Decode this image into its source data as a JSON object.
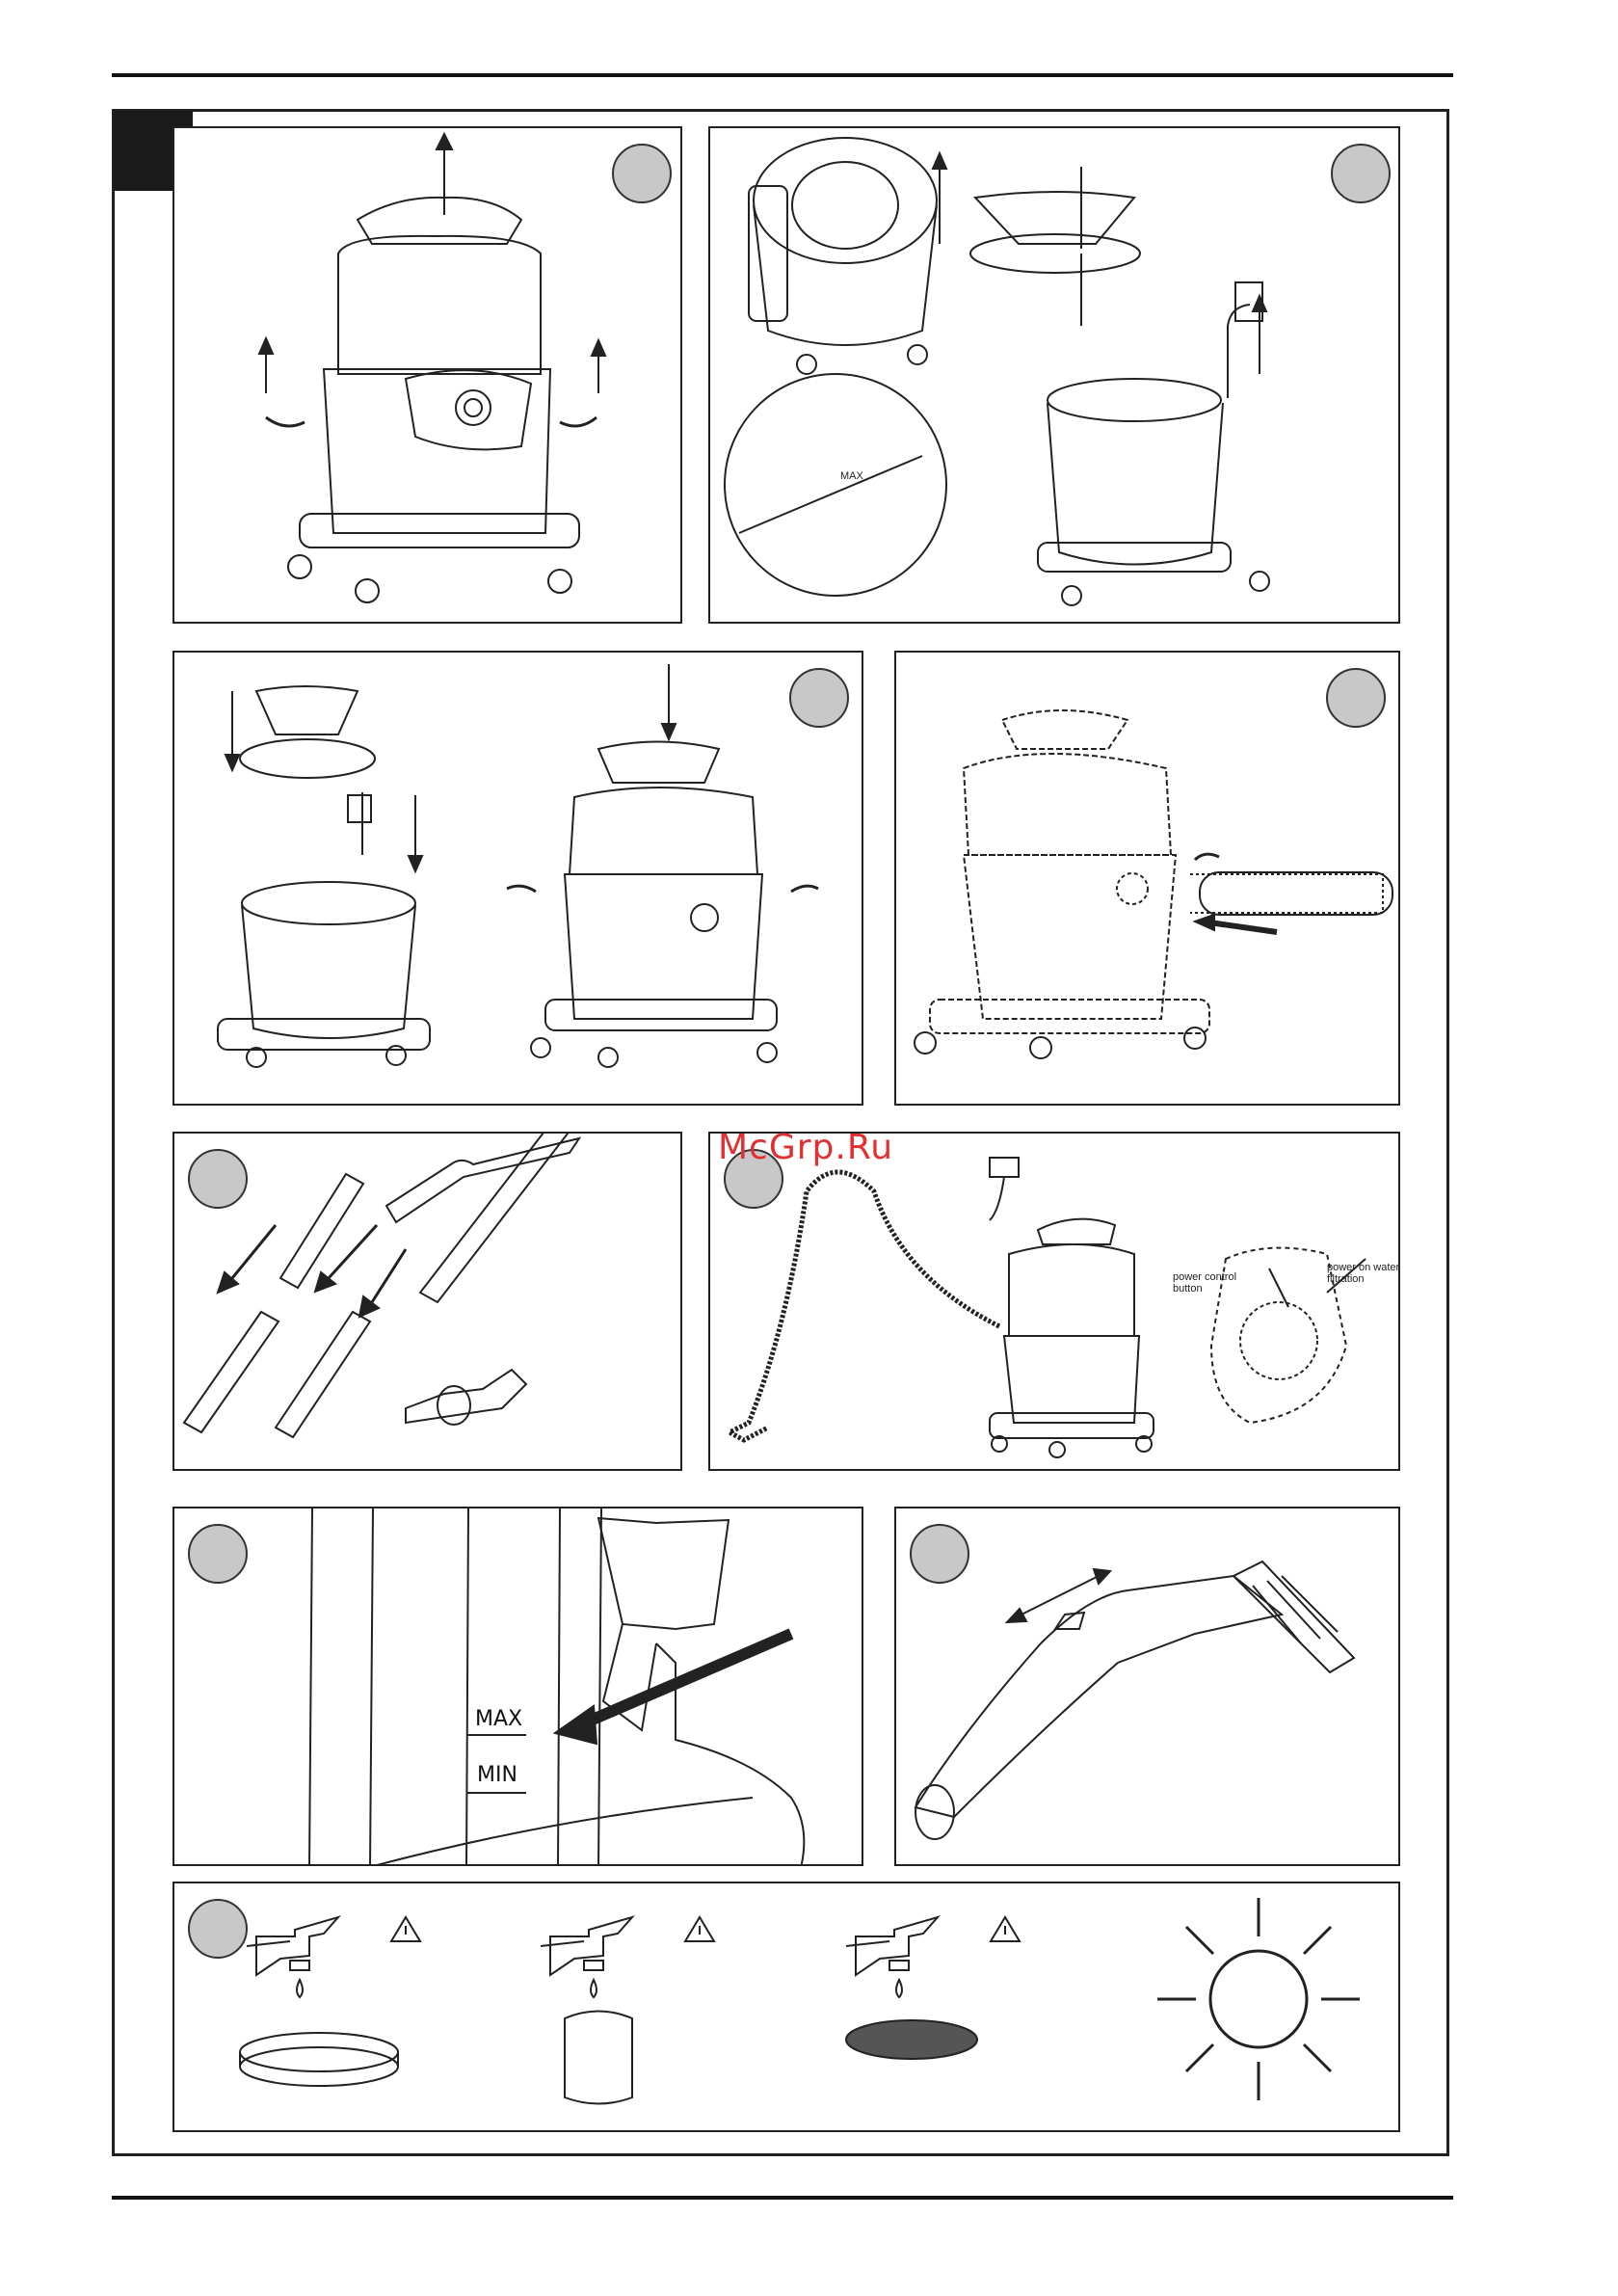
{
  "watermark": "McGrp.Ru",
  "panel_2": {
    "max_label": "MAX"
  },
  "panel_6": {
    "label_left": "power control button",
    "label_right": "power on water filtration"
  },
  "panel_7": {
    "max_label": "MAX",
    "min_label": "MIN"
  }
}
